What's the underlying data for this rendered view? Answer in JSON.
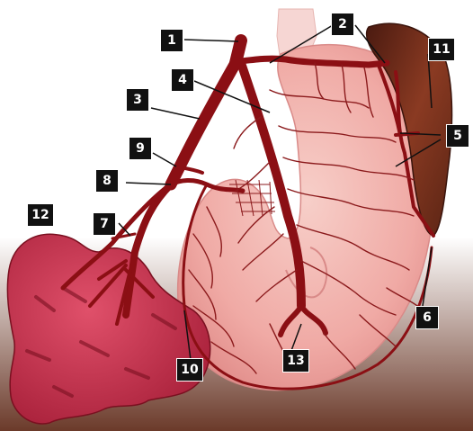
{
  "labels": [
    "1",
    "2",
    "3",
    "4",
    "5",
    "6",
    "7",
    "8",
    "9",
    "10",
    "11",
    "12",
    "13"
  ],
  "colors": {
    "bg_top": "#ffffff",
    "bg_bottom": "#6b3a2a",
    "artery": "#8b0f14",
    "artery_light": "#b3161b",
    "stomach": "#f2b3ae",
    "stomach_dark": "#d98a88",
    "spleen": "#7a2a1c",
    "pancreas": "#c23447",
    "label_bg": "#111111",
    "label_text": "#ffffff"
  }
}
